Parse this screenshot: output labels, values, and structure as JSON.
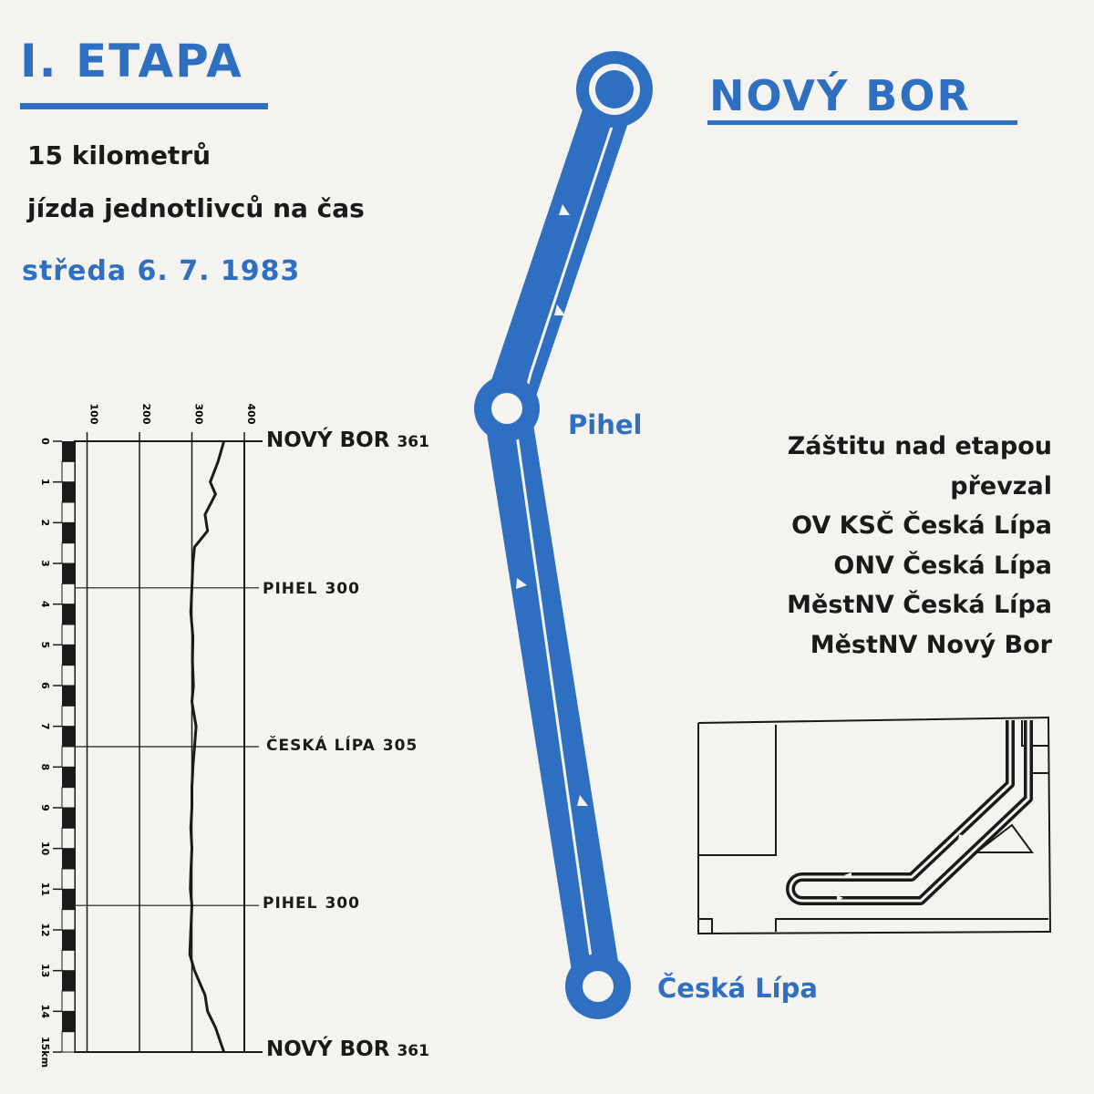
{
  "header": {
    "stage_title": "I. ETAPA",
    "distance": "15 kilometrů",
    "stage_type": "jízda jednotlivců na čas",
    "date": "středa 6. 7. 1983"
  },
  "map": {
    "title": "NOVÝ BOR",
    "places": [
      "Pihel",
      "Česká Lípa"
    ]
  },
  "patronage": {
    "lines": [
      "Záštitu nad etapou",
      "převzal",
      "OV KSČ Česká Lípa",
      "ONV Česká Lípa",
      "MěstNV Česká Lípa",
      "MěstNV Nový Bor"
    ]
  },
  "profile": {
    "elevation_ticks": [
      "100",
      "200",
      "300",
      "400"
    ],
    "km_ticks": [
      "0",
      "1",
      "2",
      "3",
      "4",
      "5",
      "6",
      "7",
      "8",
      "9",
      "10",
      "11",
      "12",
      "13",
      "14",
      "15km"
    ],
    "waypoints": [
      {
        "name": "NOVÝ BOR",
        "elevation": "361",
        "km": 0
      },
      {
        "name": "PIHEL",
        "elevation": "300",
        "km": 3.6
      },
      {
        "name": "ČESKÁ LÍPA",
        "elevation": "305",
        "km": 7.5
      },
      {
        "name": "PIHEL",
        "elevation": "300",
        "km": 11.4
      },
      {
        "name": "NOVÝ BOR",
        "elevation": "361",
        "km": 15
      }
    ],
    "profile_points": [
      [
        0,
        361
      ],
      [
        0.5,
        350
      ],
      [
        1.0,
        335
      ],
      [
        1.3,
        345
      ],
      [
        1.8,
        325
      ],
      [
        2.2,
        330
      ],
      [
        2.6,
        305
      ],
      [
        3.0,
        302
      ],
      [
        3.6,
        300
      ],
      [
        4.2,
        298
      ],
      [
        4.8,
        302
      ],
      [
        5.4,
        301
      ],
      [
        6.0,
        303
      ],
      [
        6.4,
        300
      ],
      [
        7.0,
        308
      ],
      [
        7.5,
        305
      ],
      [
        8.0,
        302
      ],
      [
        8.5,
        300
      ],
      [
        9.0,
        300
      ],
      [
        9.5,
        298
      ],
      [
        10.0,
        300
      ],
      [
        10.6,
        298
      ],
      [
        11.0,
        297
      ],
      [
        11.4,
        300
      ],
      [
        12.0,
        298
      ],
      [
        12.6,
        296
      ],
      [
        13.0,
        305
      ],
      [
        13.6,
        325
      ],
      [
        14.0,
        330
      ],
      [
        14.4,
        345
      ],
      [
        15.0,
        361
      ]
    ]
  },
  "colors": {
    "accent": "#2f6fc2",
    "ink": "#1a1a1a",
    "paper": "#f4f3ef"
  }
}
